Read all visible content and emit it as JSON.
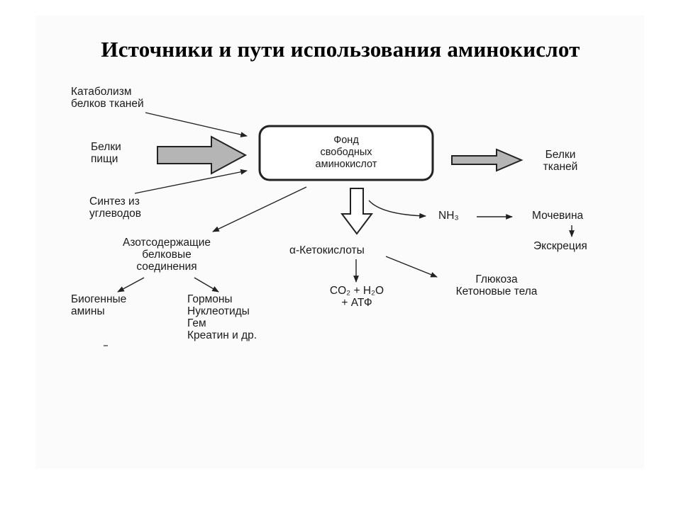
{
  "title": "Источники и пути использования аминокислот",
  "nodes": {
    "catabolism": "Катаболизм\nбелков тканей",
    "food_proteins": "Белки\nпищи",
    "synthesis": "Синтез из\nуглеводов",
    "pool": "Фонд\nсвободных\nаминокислот",
    "tissue_proteins": "Белки\nтканей",
    "nh3": "NH₃",
    "urea": "Мочевина",
    "excretion": "Экскреция",
    "nitrogen_compounds": "Азотсодержащие\nбелковые\nсоединения",
    "keto_acids": "α-Кетокислоты",
    "biogenic_amines": "Биогенные\nамины",
    "hormones": "Гормоны\nНуклеотиды\nГем\nКреатин и др.",
    "co2": "CO₂ + H₂O\n+ АТФ",
    "glucose": "Глюкоза\nКетоновые тела"
  },
  "colors": {
    "line": "#222222",
    "block_arrow_fill": "#b5b5b5",
    "background": "#fbfbfb"
  }
}
